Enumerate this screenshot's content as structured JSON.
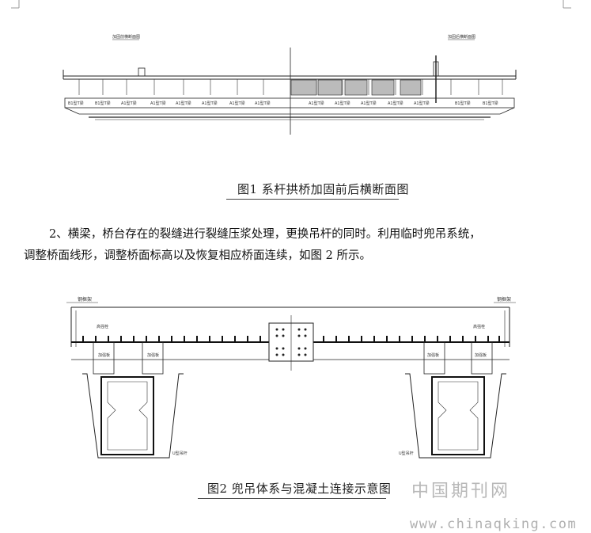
{
  "figure1": {
    "caption": "图1  系杆拱桥加固前后横断面图",
    "label_left": "加固前横断面图",
    "label_right": "加固后横断面图",
    "beam_labels": [
      "B1型T梁",
      "B1型T梁",
      "A1型T梁",
      "A1型T梁",
      "A1型T梁",
      "A1型T梁",
      "A1型T梁",
      "A1型T梁",
      "A1型T梁",
      "A1型T梁",
      "A1型T梁",
      "A1型T梁",
      "A1型T梁",
      "B1型T梁",
      "B1型T梁"
    ]
  },
  "paragraph": {
    "line1": "2、横梁，桥台存在的裂缝进行裂缝压浆处理，更换吊杆的同时。利用临时兜吊系统，",
    "line2": "调整桥面线形，调整桥面标高以及恢复相应桥面连续，如图 2 所示。"
  },
  "figure2": {
    "caption": "图2  兜吊体系与混凝土连接示意图",
    "label_top_left": "钢框架",
    "label_top_right": "钢框架",
    "label_bolt_left": "高强栓",
    "label_bolt_right": "高强栓",
    "label_plate_1": "加强板",
    "label_plate_2": "加强板",
    "label_plate_3": "加强板",
    "label_plate_4": "加强板",
    "label_u_left": "U型吊杆",
    "label_u_right": "U型吊杆"
  },
  "watermark": {
    "text1": "中国期刊网",
    "text2": "www.chinaqking.com"
  }
}
